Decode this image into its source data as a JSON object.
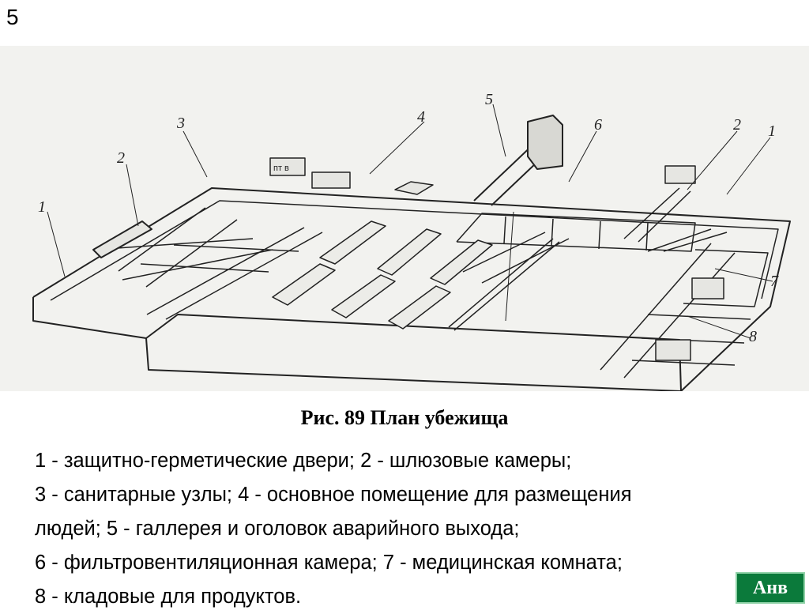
{
  "slide_number": "5",
  "figure": {
    "labels": [
      "1",
      "2",
      "3",
      "4",
      "5",
      "6",
      "2",
      "1",
      "7",
      "8"
    ],
    "panel_text": "пт в"
  },
  "caption": "Рис. 89  План убежища",
  "legend_lines": [
    "1 - защитно-герметические двери; 2 - шлюзовые камеры;",
    "3 - санитарные узлы; 4 - основное помещение для размещения",
    "людей; 5 - галлерея и оголовок  аварийного выхода;",
    "6 - фильтровентиляционная камера; 7 - медицинская комната;",
    "8 - кладовые для продуктов."
  ],
  "nav_button": {
    "label": "Анв",
    "color": "#0b7a3b"
  }
}
